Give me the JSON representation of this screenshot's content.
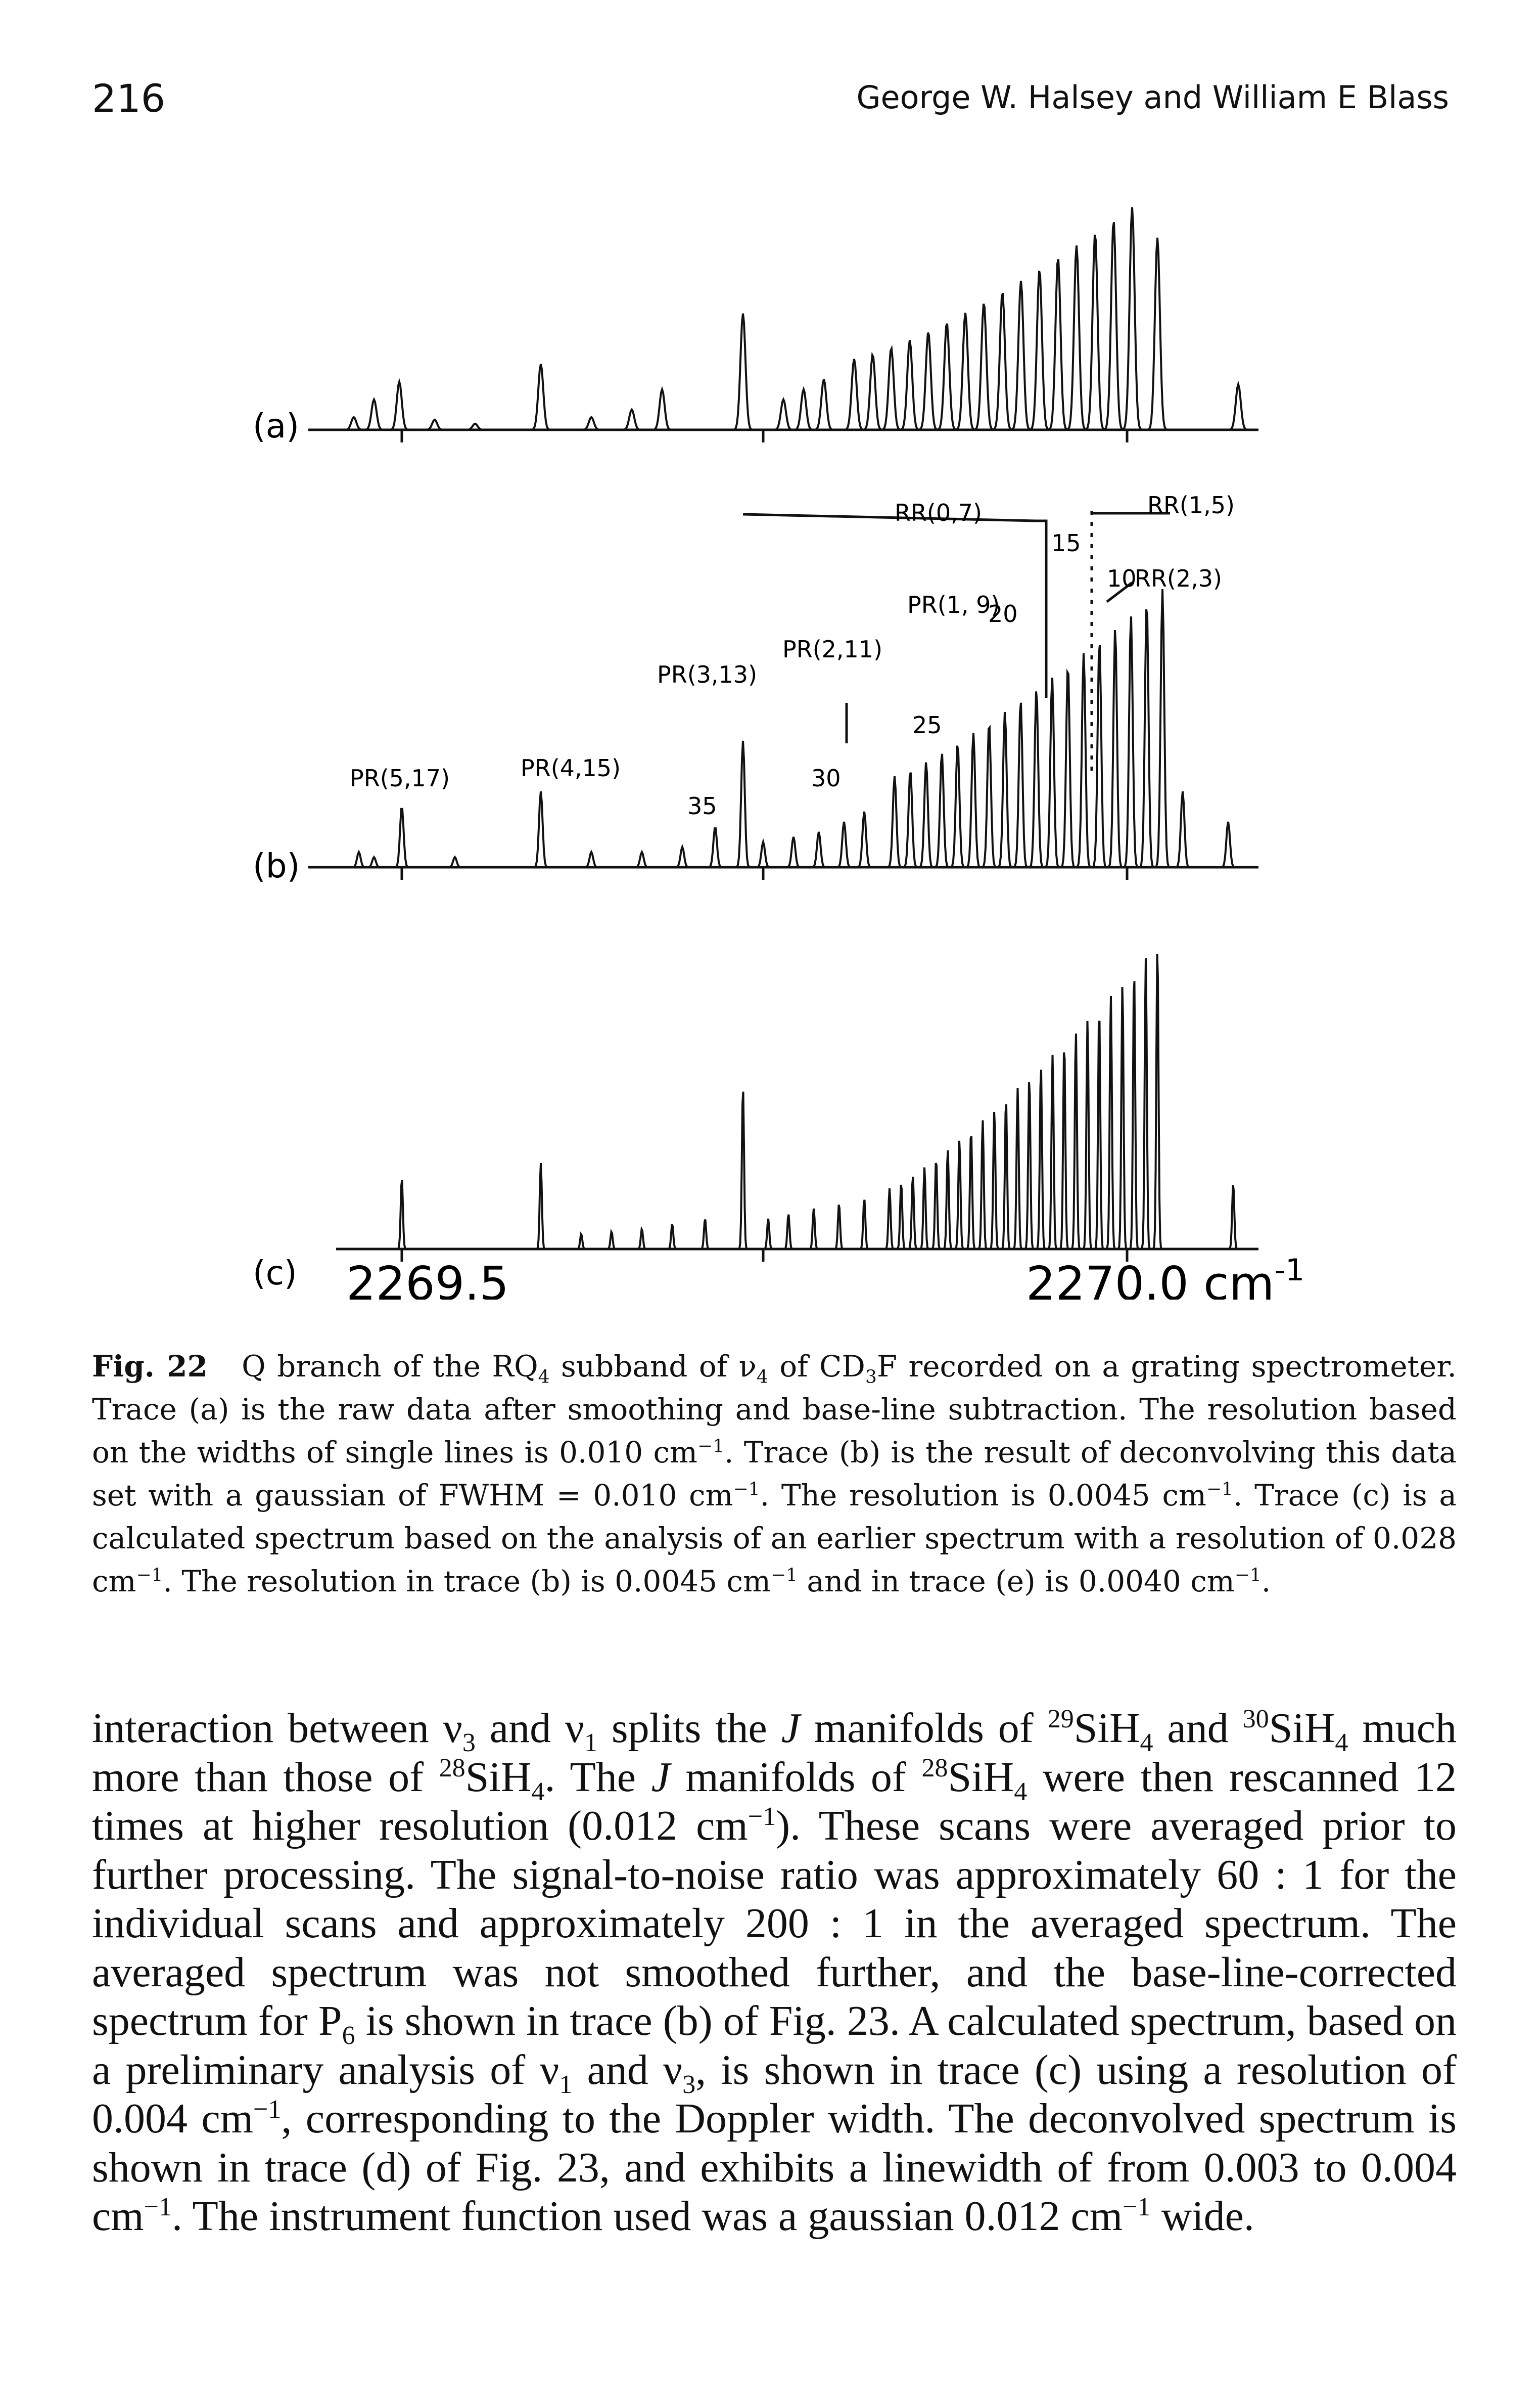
{
  "header": {
    "page_number": "216",
    "running_head": "George W. Halsey and William E Blass"
  },
  "figure": {
    "trace_labels": [
      "(a)",
      "(b)",
      "(c)"
    ],
    "x_tick_left": "2269.5",
    "x_tick_right": "2270.0 cm",
    "x_tick_right_sup": "-1",
    "peak_labels": {
      "rr07": "RR(0,7)",
      "rr15": "RR(1,5)",
      "rr23": "RR(2,3)",
      "pr19": "PR(1, 9)",
      "pr211": "PR(2,11)",
      "pr313": "PR(3,13)",
      "pr517": "PR(5,17)",
      "pr415": "PR(4,15)",
      "n15": "15",
      "n10": "10",
      "n20": "20",
      "n25": "25",
      "n30": "30",
      "n35": "35"
    }
  },
  "caption": {
    "label": "Fig. 22",
    "t1": "Q branch of the RQ",
    "t1_sub": "4",
    "t2": " subband of ν",
    "t2_sub": "4",
    "t3": " of CD",
    "t3_sub": "3",
    "t4": "F recorded on a grating spectrometer. Trace (a) is the raw data after smoothing and base-line subtraction. The resolution based on the widths of single lines is 0.010 cm",
    "t4_sup": "−1",
    "t5": ". Trace (b) is the result of deconvolving this data set with a gaussian of FWHM = 0.010 cm",
    "t5_sup": "−1",
    "t6": ". The resolution is 0.0045 cm",
    "t6_sup": "−1",
    "t7": ". Trace (c) is a calculated spectrum based on the analysis of an earlier spectrum with a resolution of 0.028 cm",
    "t7_sup": "−1",
    "t8": ". The resolution in trace (b) is 0.0045 cm",
    "t8_sup": "−1",
    "t9": " and in trace (e) is 0.0040 cm",
    "t9_sup": "−1",
    "t10": "."
  },
  "body": {
    "p1": "interaction between ν",
    "p1_sub": "3",
    "p2": " and ν",
    "p2_sub": "1",
    "p3": " splits the ",
    "p3_j": "J",
    "p4": " manifolds of ",
    "p4_sup": "29",
    "p5": "SiH",
    "p5_sub": "4",
    "p6": " and ",
    "p6_sup": "30",
    "p7": "SiH",
    "p7_sub": "4",
    "p8": " much more than those of ",
    "p8_sup": "28",
    "p9": "SiH",
    "p9_sub": "4",
    "p10": ". The ",
    "p10_j": "J",
    "p11": " manifolds of ",
    "p11_sup": "28",
    "p12": "SiH",
    "p12_sub": "4",
    "p13": " were then rescanned 12 times at higher resolution (0.012 cm",
    "p13_sup": "−1",
    "p14": "). These scans were averaged prior to further processing. The signal-to-noise ratio was approximately 60 : 1 for the individual scans and approximately 200 : 1 in the averaged spectrum. The averaged spectrum was not smoothed further, and the base-line-corrected spectrum for P",
    "p14_sub": "6",
    "p15": " is shown in trace (b) of Fig. 23. A calculated spectrum, based on a preliminary analysis of ν",
    "p15_sub": "1",
    "p16": " and ν",
    "p16_sub": "3",
    "p17": ", is shown in trace (c) using a resolution of 0.004 cm",
    "p17_sup": "−1",
    "p18": ", corresponding to the Doppler width. The deconvolved spectrum is shown in trace (d) of Fig. 23, and exhibits a linewidth of from 0.003 to 0.004 cm",
    "p18_sup": "−1",
    "p19": ". The instrument function used was a gaussian 0.012 cm",
    "p19_sup": "−1",
    "p20": " wide."
  }
}
